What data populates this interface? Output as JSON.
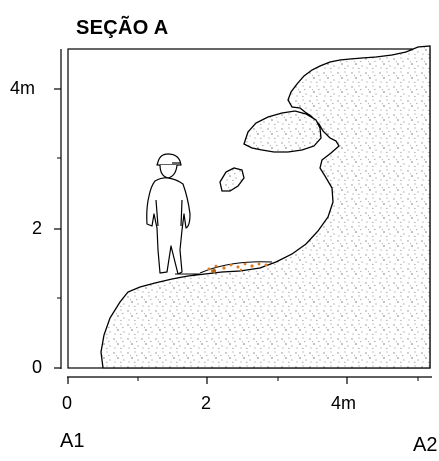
{
  "title": "SEÇÃO A",
  "y_axis": {
    "ticks": [
      "0",
      "2",
      "4m"
    ]
  },
  "x_axis": {
    "ticks": [
      "0",
      "2",
      "4m"
    ]
  },
  "endpoints": {
    "left": "A1",
    "right": "A2"
  },
  "colors": {
    "rock_outline": "#000000",
    "rock_speckle": "#8a8a8a",
    "sediment_dots": "#e07b1f",
    "figure_outline": "#000000"
  },
  "icons": {
    "person": "person-silhouette-icon",
    "rock": "rock-fill"
  }
}
